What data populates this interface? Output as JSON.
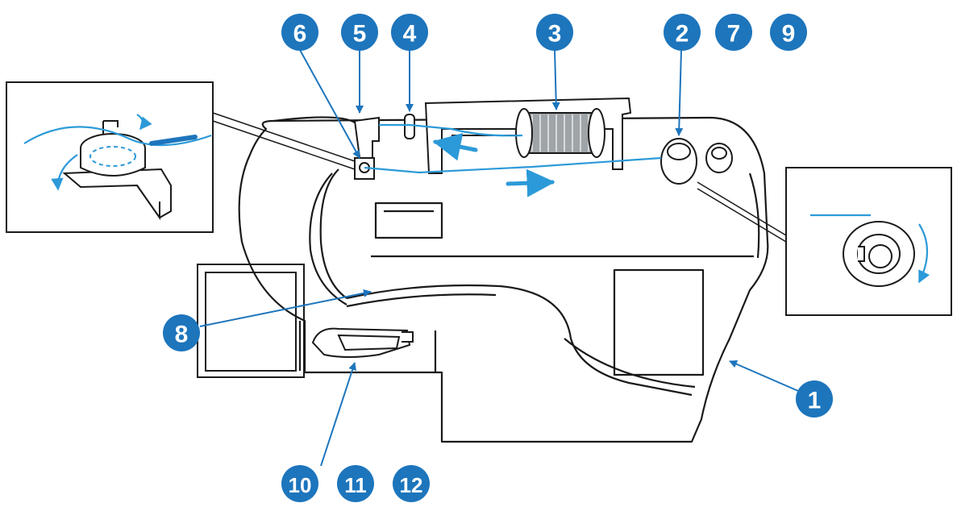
{
  "colors": {
    "accent_blue": "#1d75bc",
    "thread_blue": "#2c9ad8",
    "outline": "#1a1a1a",
    "background": "#ffffff"
  },
  "callouts": [
    {
      "id": "c1",
      "label": "1"
    },
    {
      "id": "c2",
      "label": "2"
    },
    {
      "id": "c3",
      "label": "3"
    },
    {
      "id": "c4",
      "label": "4"
    },
    {
      "id": "c5",
      "label": "5"
    },
    {
      "id": "c6",
      "label": "6"
    },
    {
      "id": "c7",
      "label": "7"
    },
    {
      "id": "c8",
      "label": "8"
    },
    {
      "id": "c9",
      "label": "9"
    },
    {
      "id": "c10",
      "label": "10"
    },
    {
      "id": "c11",
      "label": "11"
    },
    {
      "id": "c12",
      "label": "12"
    }
  ],
  "insets": {
    "left": "thread-guide-detail",
    "right": "bobbin-winder-detail"
  }
}
